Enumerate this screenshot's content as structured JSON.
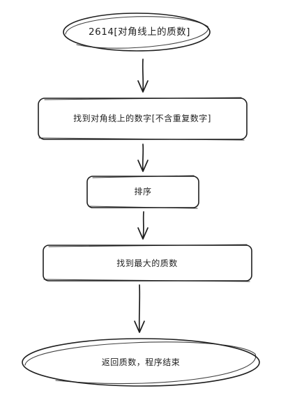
{
  "nodes": {
    "start": {
      "label": "2614[对角线上的质数]"
    },
    "find_diagonal": {
      "label": "找到对角线上的数字[不含重复数字]"
    },
    "sort": {
      "label": "排序"
    },
    "find_max_prime": {
      "label": "找到最大的质数"
    },
    "end": {
      "label": "返回质数，程序结束"
    }
  },
  "edges": [
    {
      "from": "start",
      "to": "find_diagonal"
    },
    {
      "from": "find_diagonal",
      "to": "sort"
    },
    {
      "from": "sort",
      "to": "find_max_prime"
    },
    {
      "from": "find_max_prime",
      "to": "end"
    }
  ],
  "colors": {
    "stroke": "#1e1e1e",
    "fill": "#ffffff"
  }
}
